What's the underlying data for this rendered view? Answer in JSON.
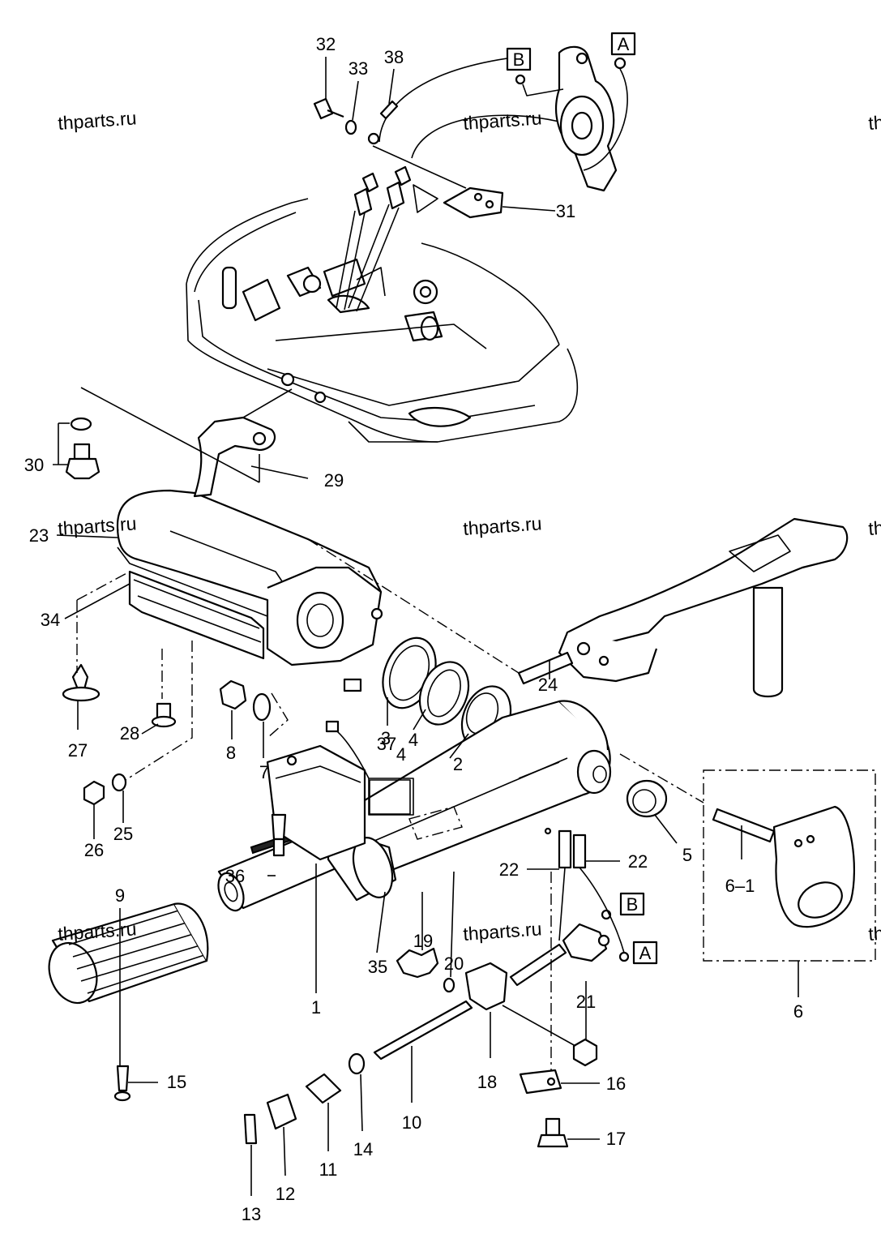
{
  "watermark": "thparts.ru",
  "watermark_partial": "th",
  "ref_markers": {
    "a": "A",
    "b": "B"
  },
  "colors": {
    "line": "#000000",
    "background": "#ffffff"
  },
  "parts": {
    "p1": "1",
    "p2": "2",
    "p3": "3",
    "p4a": "4",
    "p4b": "4",
    "p5": "5",
    "p6": "6",
    "p6_1": "6–1",
    "p7": "7",
    "p8": "8",
    "p9": "9",
    "p10": "10",
    "p11": "11",
    "p12": "12",
    "p13": "13",
    "p14": "14",
    "p15": "15",
    "p16": "16",
    "p17": "17",
    "p18": "18",
    "p19": "19",
    "p20": "20",
    "p21": "21",
    "p22a": "22",
    "p22b": "22",
    "p23": "23",
    "p24": "24",
    "p25": "25",
    "p26": "26",
    "p27": "27",
    "p28": "28",
    "p29": "29",
    "p30": "30",
    "p31": "31",
    "p32": "32",
    "p33": "33",
    "p34": "34",
    "p35": "35",
    "p36": "36",
    "p37": "37",
    "p38": "38"
  }
}
